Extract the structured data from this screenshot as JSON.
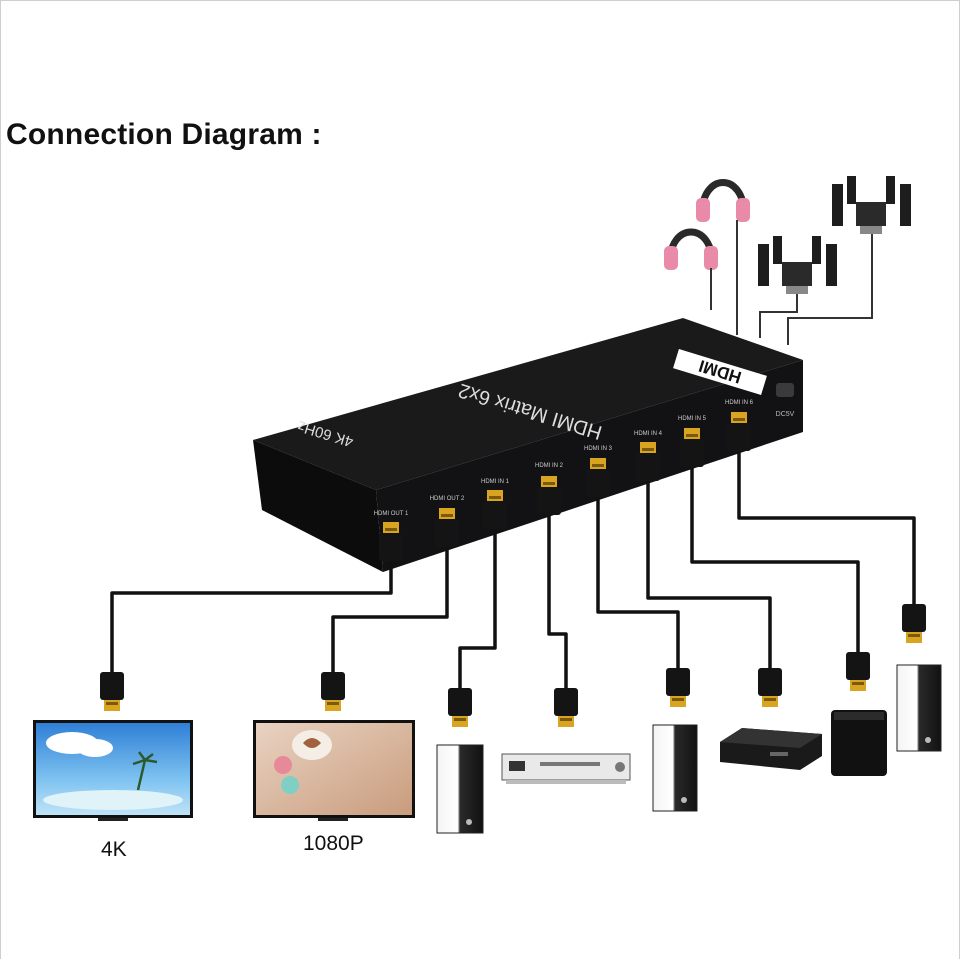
{
  "title": "Connection Diagram :",
  "device": {
    "logo": "HDMI",
    "name": "HDMI Matrix 6x2",
    "spec": "4K 60Hz",
    "power_label": "DC5V",
    "ports": [
      "HDMI OUT 1",
      "HDMI OUT 2",
      "HDMI IN 1",
      "HDMI IN 2",
      "HDMI IN 3",
      "HDMI IN 4",
      "HDMI IN 5",
      "HDMI IN 6"
    ]
  },
  "displays": [
    {
      "label": "4K"
    },
    {
      "label": "1080P"
    }
  ],
  "colors": {
    "cable": "#111111",
    "plug_gold": "#d9a520",
    "box_body": "#1c1c1e",
    "headphone_pink": "#e88aa8"
  },
  "icons": [
    "headphones-icon",
    "speaker-system-icon",
    "tv-icon",
    "pc-tower-icon",
    "dvd-player-icon",
    "set-top-box-icon",
    "game-console-icon"
  ]
}
